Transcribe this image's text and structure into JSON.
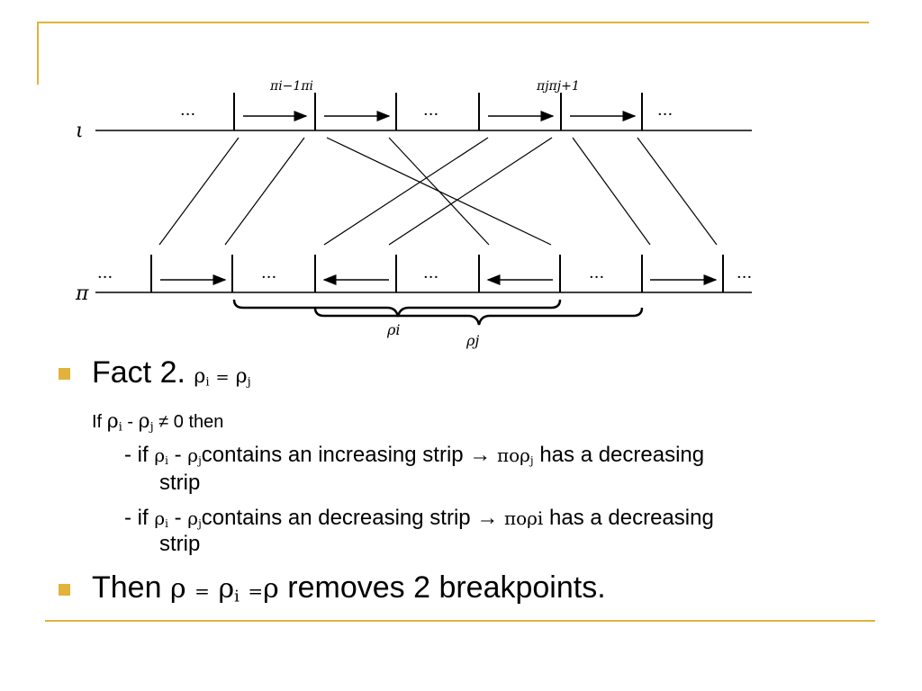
{
  "colors": {
    "accent": "#E1B33B",
    "text": "#000000"
  },
  "diagram": {
    "labels": {
      "top_line": "ι",
      "bottom_line": "π",
      "top_left_pair": "πi−1πi",
      "top_right_pair": "πjπj+1",
      "rho_i": "ρi",
      "rho_j": "ρj",
      "ellipsis": "···"
    }
  },
  "fact2": {
    "heading": "Fact 2.",
    "rho": "ρ",
    "i": "i",
    "j": "j",
    "eq": "=",
    "minus": "-",
    "cond_prefix": "If",
    "cond_suffix": "≠ 0 then",
    "case_prefix": "- if",
    "case1_text": "contains an increasing strip",
    "case2_text": "contains an decreasing strip",
    "arrow": "→",
    "pi_o": "πo",
    "case1_result": "has a decreasing",
    "case2_result_pre": "πoρi",
    "case2_result": "has a decreasing",
    "strip": "strip"
  },
  "then": {
    "prefix": "Then",
    "rho": "ρ",
    "eq": "=",
    "i": "i",
    "suffix": "removes 2 breakpoints."
  }
}
